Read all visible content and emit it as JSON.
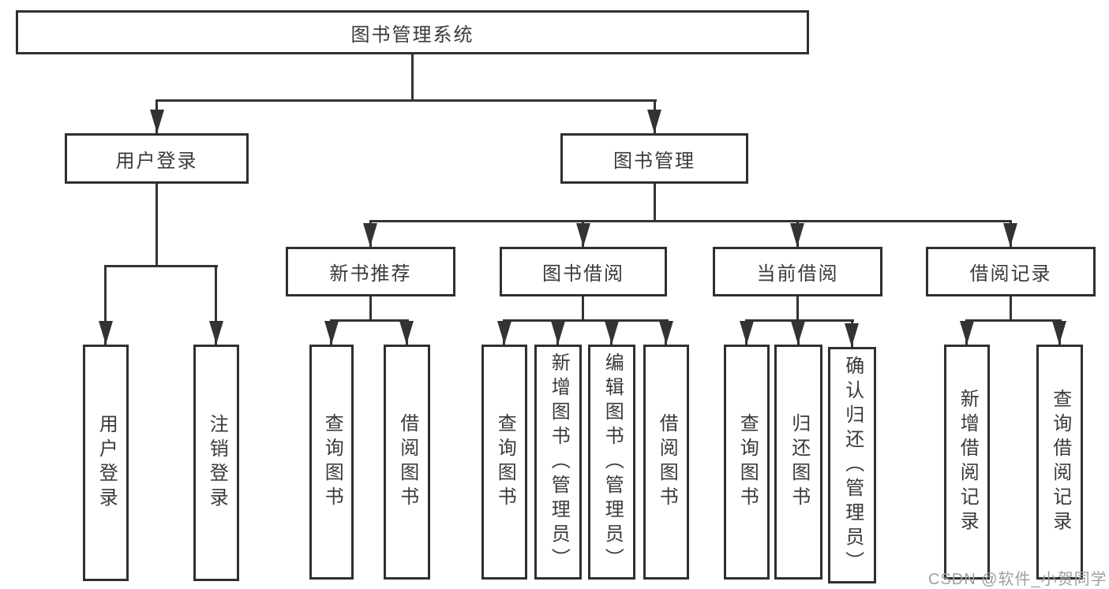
{
  "diagram_title": "图书管理系统",
  "nodes": {
    "root": "图书管理系统",
    "user_login": "用户登录",
    "book_mgmt": "图书管理",
    "new_book_rec": "新书推荐",
    "book_borrow": "图书借阅",
    "current_borrow": "当前借阅",
    "borrow_record": "借阅记录",
    "leaf_user_login": "用户登录",
    "leaf_logout": "注销登录",
    "leaf_nbr_query": "查询图书",
    "leaf_nbr_borrow": "借阅图书",
    "leaf_bb_query": "查询图书",
    "leaf_bb_add": "新增图书（管理员）",
    "leaf_bb_edit": "编辑图书（管理员）",
    "leaf_bb_borrow": "借阅图书",
    "leaf_cb_query": "查询图书",
    "leaf_cb_return": "归还图书",
    "leaf_cb_confirm": "确认归还（管理员）",
    "leaf_br_add": "新增借阅记录",
    "leaf_br_query": "查询借阅记录"
  },
  "tree": {
    "label": "图书管理系统",
    "children": [
      {
        "label": "用户登录",
        "children": [
          {
            "label": "用户登录"
          },
          {
            "label": "注销登录"
          }
        ]
      },
      {
        "label": "图书管理",
        "children": [
          {
            "label": "新书推荐",
            "children": [
              {
                "label": "查询图书"
              },
              {
                "label": "借阅图书"
              }
            ]
          },
          {
            "label": "图书借阅",
            "children": [
              {
                "label": "查询图书"
              },
              {
                "label": "新增图书（管理员）"
              },
              {
                "label": "编辑图书（管理员）"
              },
              {
                "label": "借阅图书"
              }
            ]
          },
          {
            "label": "当前借阅",
            "children": [
              {
                "label": "查询图书"
              },
              {
                "label": "归还图书"
              },
              {
                "label": "确认归还（管理员）"
              }
            ]
          },
          {
            "label": "借阅记录",
            "children": [
              {
                "label": "新增借阅记录"
              },
              {
                "label": "查询借阅记录"
              }
            ]
          }
        ]
      }
    ]
  },
  "watermark": {
    "text": "CSDN @软件_小贺同学",
    "color": "#9f9f9f"
  },
  "colors": {
    "line": "#333333",
    "border": "#2f2f2f",
    "text": "#3a3a3a",
    "background": "#ffffff"
  }
}
